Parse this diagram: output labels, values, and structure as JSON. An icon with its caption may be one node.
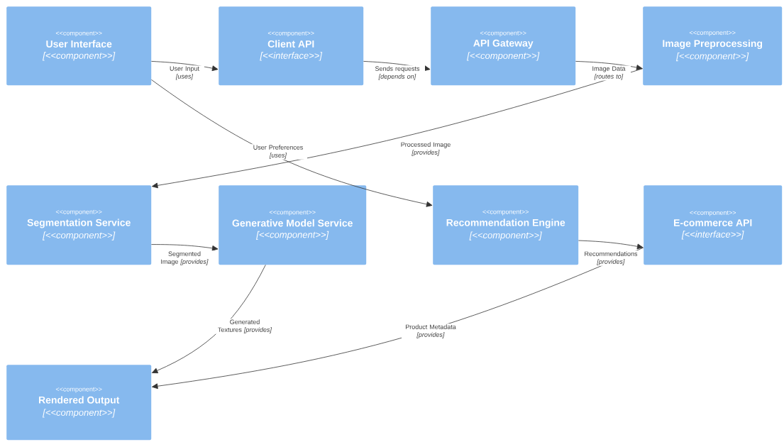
{
  "diagram": {
    "nodes": [
      {
        "text": [
          "<<component>>",
          "User Interface",
          "[<<component>>]"
        ]
      },
      {
        "text": [
          "<<component>>",
          "Client API",
          "[<<interface>>]"
        ]
      },
      {
        "text": [
          "<<component>>",
          "API Gateway",
          "[<<component>>]"
        ]
      },
      {
        "text": [
          "<<component>>",
          "Image Preprocessing",
          "[<<component>>]"
        ]
      },
      {
        "text": [
          "<<component>>",
          "Segmentation Service",
          "[<<component>>]"
        ]
      },
      {
        "text": [
          "<<component>>",
          "Generative Model Service",
          "[<<component>>]"
        ]
      },
      {
        "text": [
          "<<component>>",
          "Recommendation Engine",
          "[<<component>>]"
        ]
      },
      {
        "text": [
          "<<component>>",
          "E-commerce API",
          "[<<interface>>]"
        ]
      },
      {
        "text": [
          "<<component>>",
          "Rendered Output",
          "[<<component>>]"
        ]
      }
    ],
    "edges": [
      {
        "from": 0,
        "to": 1,
        "arrow": "to",
        "label": "User Input *[uses]*"
      },
      {
        "from": 0,
        "to": 6,
        "arrow": "to",
        "label": "User Preferences *[uses]*"
      },
      {
        "from": 1,
        "to": 2,
        "arrow": "to",
        "label": "Sends requests *[depends on]*"
      },
      {
        "from": 2,
        "to": 3,
        "arrow": "to",
        "label": "Image Data *[routes to]*"
      },
      {
        "from": 3,
        "to": 4,
        "arrow": "to",
        "label": "Processed Image *[provides]*"
      },
      {
        "from": 4,
        "to": 5,
        "arrow": "to",
        "label": "Segmented Image *[provides]*"
      },
      {
        "from": 5,
        "to": 8,
        "arrow": "to",
        "label": "Generated Textures *[provides]*"
      },
      {
        "from": 6,
        "to": 7,
        "arrow": "to",
        "label": "Recommendations *[provides]*"
      },
      {
        "from": 7,
        "to": 8,
        "arrow": "to",
        "label": "Product Metadata *[provides]*"
      }
    ]
  }
}
